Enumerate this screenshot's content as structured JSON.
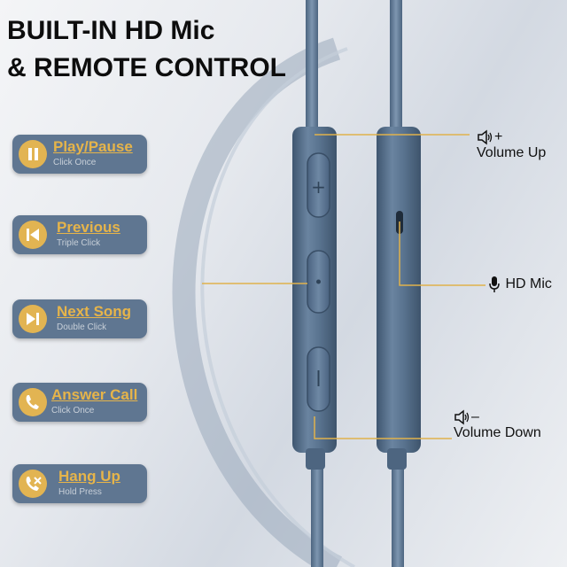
{
  "headline": {
    "line1": "BUILT-IN HD Mic",
    "line2": "& REMOTE  CONTROL"
  },
  "controls": [
    {
      "label": "Play/Pause",
      "hint": "Click Once",
      "icon": "play-pause-icon"
    },
    {
      "label": "Previous",
      "hint": "Triple Click",
      "icon": "previous-track-icon"
    },
    {
      "label": "Next Song",
      "hint": "Double Click",
      "icon": "next-track-icon"
    },
    {
      "label": "Answer Call",
      "hint": "Click Once",
      "icon": "answer-call-icon"
    },
    {
      "label": "Hang Up",
      "hint": "Hold Press",
      "icon": "hang-up-icon"
    }
  ],
  "callouts": {
    "volume_up_symbol": "+",
    "volume_up": "Volume Up",
    "mic": "HD Mic",
    "volume_down_symbol": "–",
    "volume_down": "Volume Down"
  },
  "colors": {
    "button_bg": "#5f7691",
    "button_label": "#e6b44a",
    "icon_circle": "#e2b452",
    "remote_body": "#5c7691",
    "callout_line": "#e0b24c",
    "cable": "#6d88a3"
  }
}
